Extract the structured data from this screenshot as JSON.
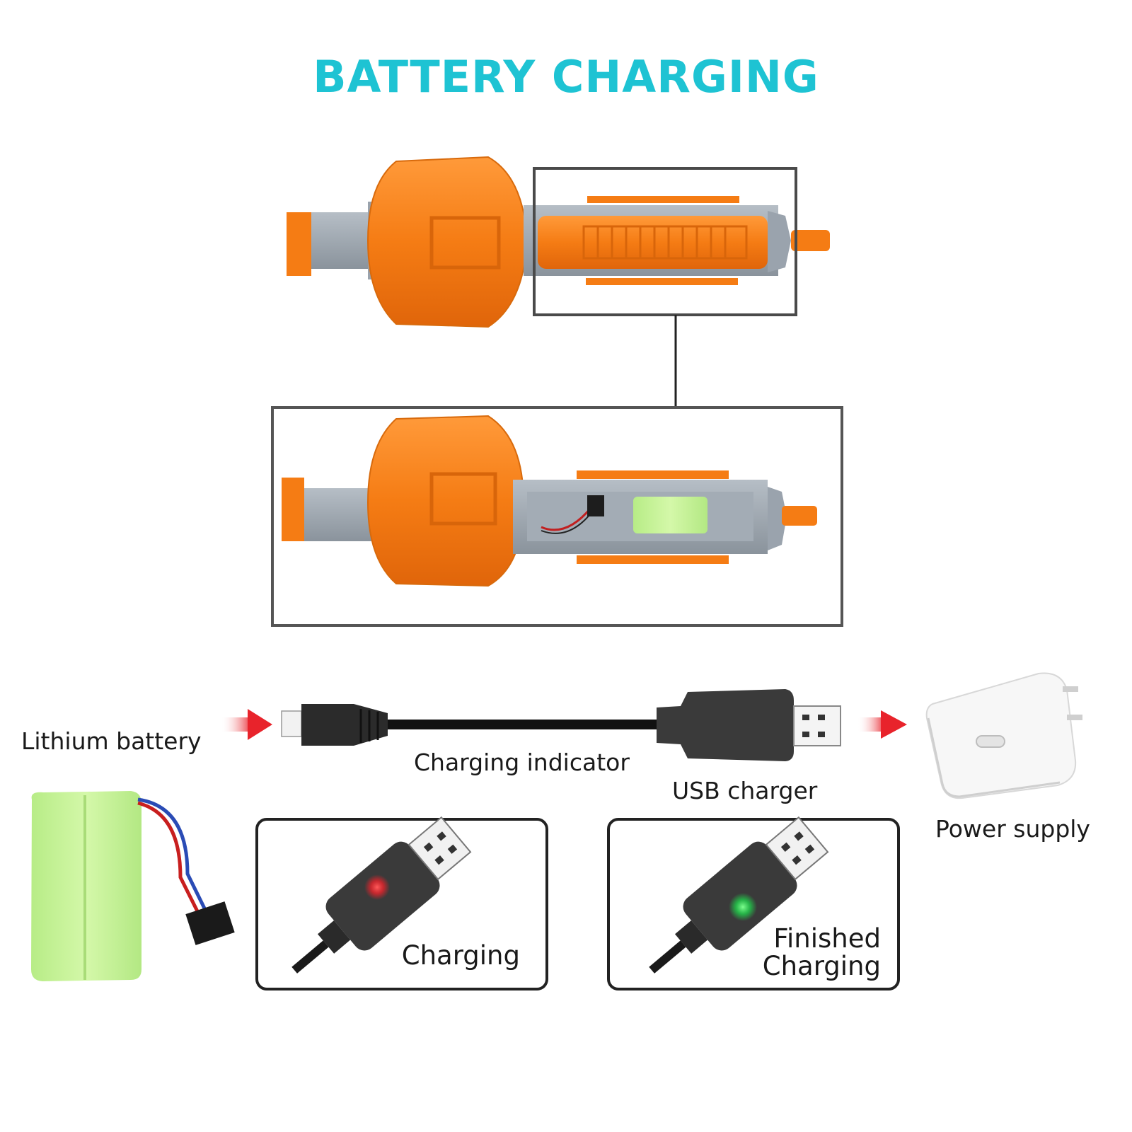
{
  "title": "BATTERY CHARGING",
  "labels": {
    "lithium_battery": "Lithium battery",
    "charging_indicator": "Charging indicator",
    "usb_charger": "USB charger",
    "power_supply": "Power supply"
  },
  "states": {
    "charging": {
      "label": "Charging",
      "led_color": "#e8232b"
    },
    "finished": {
      "label_line1": "Finished",
      "label_line2": "Charging",
      "led_color": "#22c84a"
    }
  },
  "colors": {
    "title": "#1ec3d3",
    "blaster_orange": "#f57c14",
    "blaster_gray": "#9aa3ad",
    "battery_green": "#c9f39a",
    "arrow_red": "#e8232b"
  },
  "icons": [
    "blaster-drum",
    "battery-compartment",
    "lithium-battery-pack",
    "usb-cable",
    "power-adapter",
    "arrow-right"
  ]
}
